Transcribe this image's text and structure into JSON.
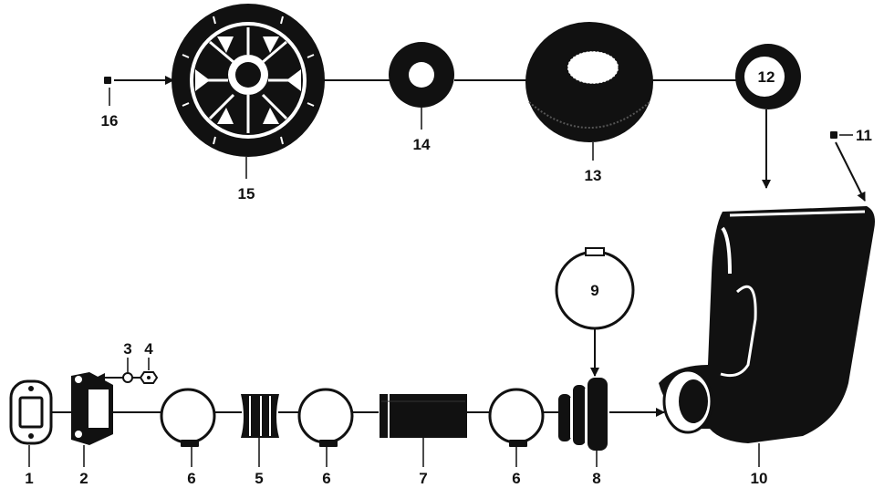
{
  "parts": [
    {
      "id": "part-1",
      "label": "1",
      "shape": "gasket"
    },
    {
      "id": "part-2",
      "label": "2",
      "shape": "carburetor-flange"
    },
    {
      "id": "part-3",
      "label": "3",
      "shape": "washer"
    },
    {
      "id": "part-4",
      "label": "4",
      "shape": "nut"
    },
    {
      "id": "part-5",
      "label": "5",
      "shape": "rubber-sleeve"
    },
    {
      "id": "part-6",
      "label": "6",
      "shape": "hose-clamp"
    },
    {
      "id": "part-7",
      "label": "7",
      "shape": "intake-tube"
    },
    {
      "id": "part-8",
      "label": "8",
      "shape": "rubber-bellows"
    },
    {
      "id": "part-9",
      "label": "9",
      "shape": "hose-clamp-large"
    },
    {
      "id": "part-10",
      "label": "10",
      "shape": "air-filter-housing"
    },
    {
      "id": "part-11",
      "label": "11",
      "shape": "screw"
    },
    {
      "id": "part-12",
      "label": "12",
      "shape": "retaining-ring"
    },
    {
      "id": "part-13",
      "label": "13",
      "shape": "filter-element"
    },
    {
      "id": "part-14",
      "label": "14",
      "shape": "seal-ring"
    },
    {
      "id": "part-15",
      "label": "15",
      "shape": "filter-cover"
    },
    {
      "id": "part-16",
      "label": "16",
      "shape": "screw"
    }
  ]
}
